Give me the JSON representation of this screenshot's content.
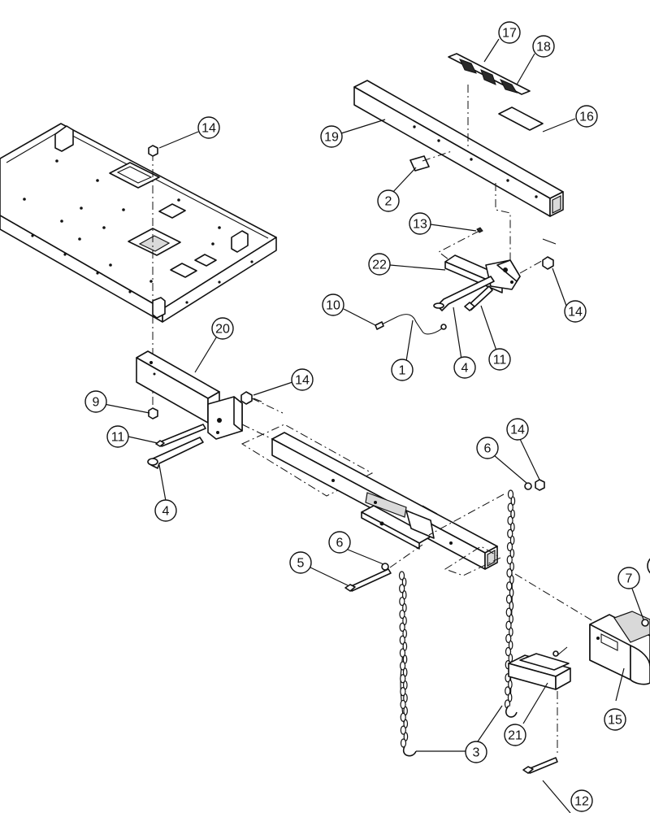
{
  "callouts": [
    {
      "id": "c17",
      "label": "17"
    },
    {
      "id": "c18",
      "label": "18"
    },
    {
      "id": "c14a",
      "label": "14"
    },
    {
      "id": "c16",
      "label": "16"
    },
    {
      "id": "c19",
      "label": "19"
    },
    {
      "id": "c2",
      "label": "2"
    },
    {
      "id": "c13",
      "label": "13"
    },
    {
      "id": "c22",
      "label": "22"
    },
    {
      "id": "c14b",
      "label": "14"
    },
    {
      "id": "c10",
      "label": "10"
    },
    {
      "id": "c1",
      "label": "1"
    },
    {
      "id": "c4a",
      "label": "4"
    },
    {
      "id": "c11a",
      "label": "11"
    },
    {
      "id": "c20",
      "label": "20"
    },
    {
      "id": "c14c",
      "label": "14"
    },
    {
      "id": "c9",
      "label": "9"
    },
    {
      "id": "c11b",
      "label": "11"
    },
    {
      "id": "c4b",
      "label": "4"
    },
    {
      "id": "c14d",
      "label": "14"
    },
    {
      "id": "c6a",
      "label": "6"
    },
    {
      "id": "c6b",
      "label": "6"
    },
    {
      "id": "c5",
      "label": "5"
    },
    {
      "id": "c7",
      "label": "7"
    },
    {
      "id": "c3",
      "label": "3"
    },
    {
      "id": "c21",
      "label": "21"
    },
    {
      "id": "c15",
      "label": "15"
    },
    {
      "id": "c12",
      "label": "12"
    }
  ]
}
